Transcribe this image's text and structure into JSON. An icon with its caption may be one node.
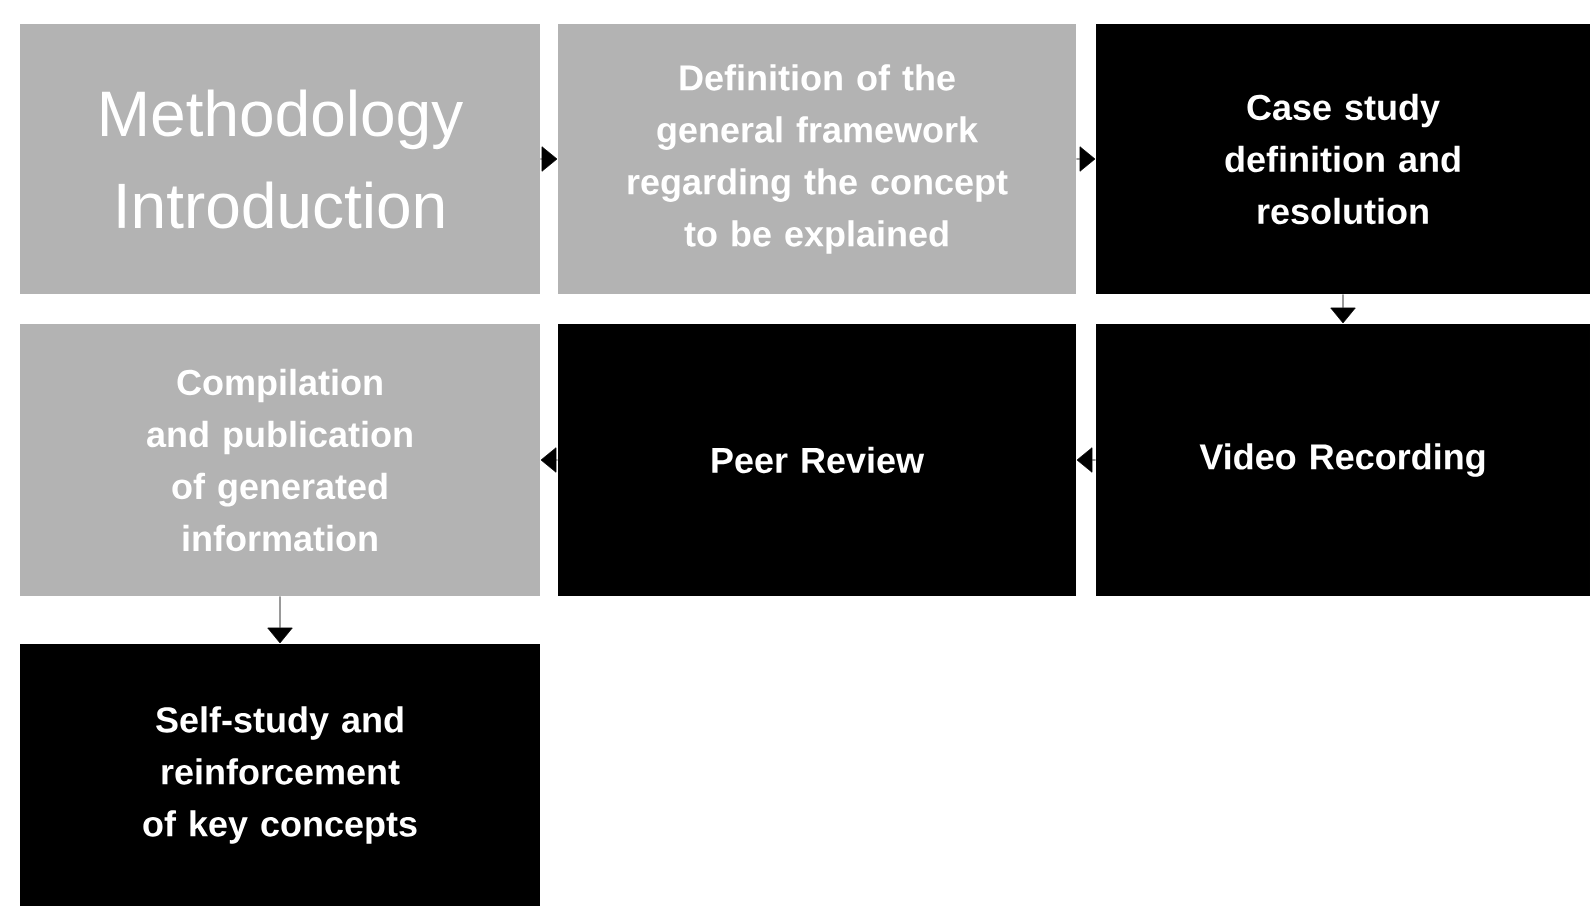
{
  "diagram": {
    "nodes": [
      {
        "text": [
          "Methodology Introduction"
        ]
      },
      {
        "text": [
          "Definition of the general framework regarding the concept to be explained"
        ]
      },
      {
        "text": [
          "Case study definition and resolution"
        ]
      },
      {
        "text": [
          "Video Recording"
        ]
      },
      {
        "text": [
          "Peer Review"
        ]
      },
      {
        "text": [
          "Compilation and publication of generated information"
        ]
      },
      {
        "text": [
          "Self-study and reinforcement of key concepts"
        ]
      }
    ],
    "edges": [
      {
        "from": 0,
        "to": 1,
        "arrow": "to"
      },
      {
        "from": 1,
        "to": 2,
        "arrow": "to"
      },
      {
        "from": 2,
        "to": 3,
        "arrow": "to"
      },
      {
        "from": 3,
        "to": 4,
        "arrow": "to"
      },
      {
        "from": 4,
        "to": 5,
        "arrow": "to"
      },
      {
        "from": 5,
        "to": 6,
        "arrow": "to"
      }
    ]
  }
}
